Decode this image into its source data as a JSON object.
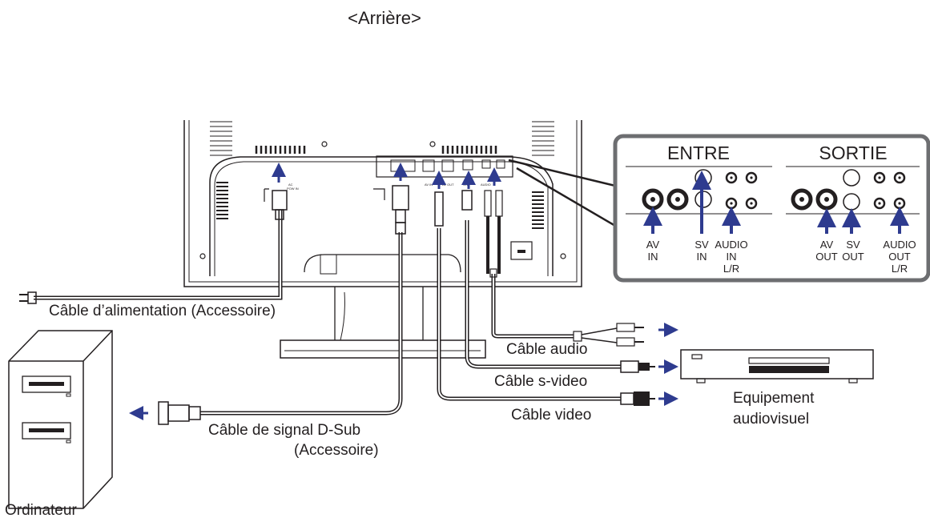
{
  "title": "<Arrière>",
  "panel": {
    "entre": "ENTRE",
    "sortie": "SORTIE",
    "av_in": [
      "AV",
      "IN"
    ],
    "sv_in": [
      "SV",
      "IN"
    ],
    "audio_in": [
      "AUDIO",
      "IN",
      "L/R"
    ],
    "av_out": [
      "AV",
      "OUT"
    ],
    "sv_out": [
      "SV",
      "OUT"
    ],
    "audio_out": [
      "AUDIO",
      "OUT",
      "L/R"
    ]
  },
  "cables": {
    "power": "Câble d’alimentation (Accessoire)",
    "audio": "Câble audio",
    "svideo": "Câble s-video",
    "video": "Câble video",
    "dsub_line1": "Câble de signal D-Sub",
    "dsub_line2": "(Accessoire)"
  },
  "devices": {
    "computer": "Ordinateur",
    "av_equipment_line1": "Equipement",
    "av_equipment_line2": "audiovisuel"
  },
  "colors": {
    "arrow": "#2e3b8f",
    "line": "#231f20",
    "panel_border": "#6d6e71"
  }
}
